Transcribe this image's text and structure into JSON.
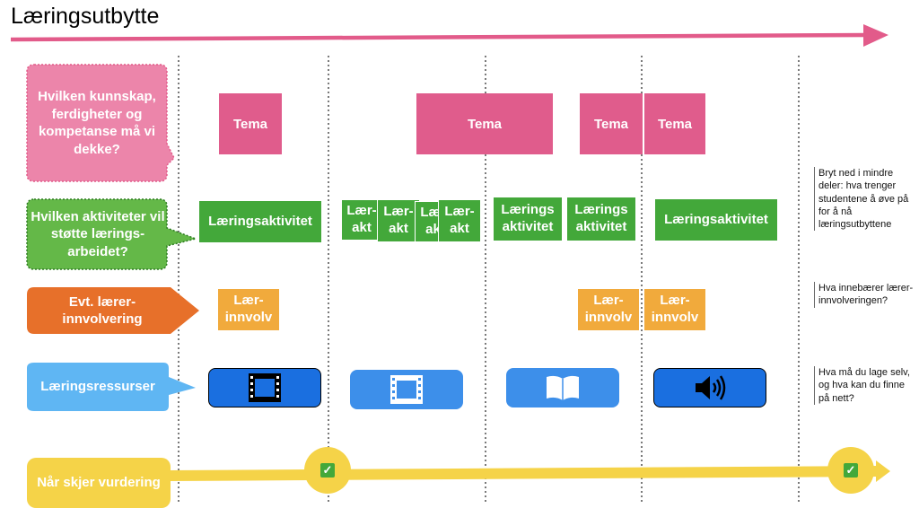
{
  "title": "Læringsutbytte",
  "colors": {
    "arrow": "#E25B8A",
    "tema": "#E05C8C",
    "aktivitet": "#43A83A",
    "larer": "#F1AA3C",
    "ressurs": "#1A6FE0",
    "vurdering": "#F5D348"
  },
  "row_labels": {
    "tema": "Hvilken kunnskap, ferdigheter og kompetanse må vi dekke?",
    "aktivitet": "Hvilken  aktiviteter vil støtte lærings-arbeidet?",
    "larer": "Evt. lærer-innvolvering",
    "ressurs": "Læringsressurser",
    "vurdering": "Når skjer vurdering"
  },
  "tema_boxes": [
    "Tema",
    "Tema",
    "Tema",
    "Tema"
  ],
  "aktivitet_boxes": [
    "Læringsaktivitet",
    "Lær-akt",
    "Lær-akt",
    "Lær-akt",
    "Lær-akt",
    "Lærings aktivitet",
    "Lærings aktivitet",
    "Læringsaktivitet"
  ],
  "larer_boxes": [
    "Lær-innvolv",
    "Lær-innvolv",
    "Lær-innvolv"
  ],
  "resources": [
    {
      "icon": "film-icon"
    },
    {
      "icon": "film-icon"
    },
    {
      "icon": "book-icon"
    },
    {
      "icon": "speaker-icon"
    }
  ],
  "notes": {
    "aktivitet": "Bryt ned i mindre deler: hva trenger studentene å øve på for å nå læringsutbyttene",
    "larer": "Hva innebærer lærer-innvolveringen?",
    "ressurs": "Hva må du lage selv, og hva kan du finne på nett?"
  },
  "checkpoints": [
    {
      "icon": "checkmark-icon",
      "symbol": "✓"
    },
    {
      "icon": "checkmark-icon",
      "symbol": "✓"
    }
  ]
}
